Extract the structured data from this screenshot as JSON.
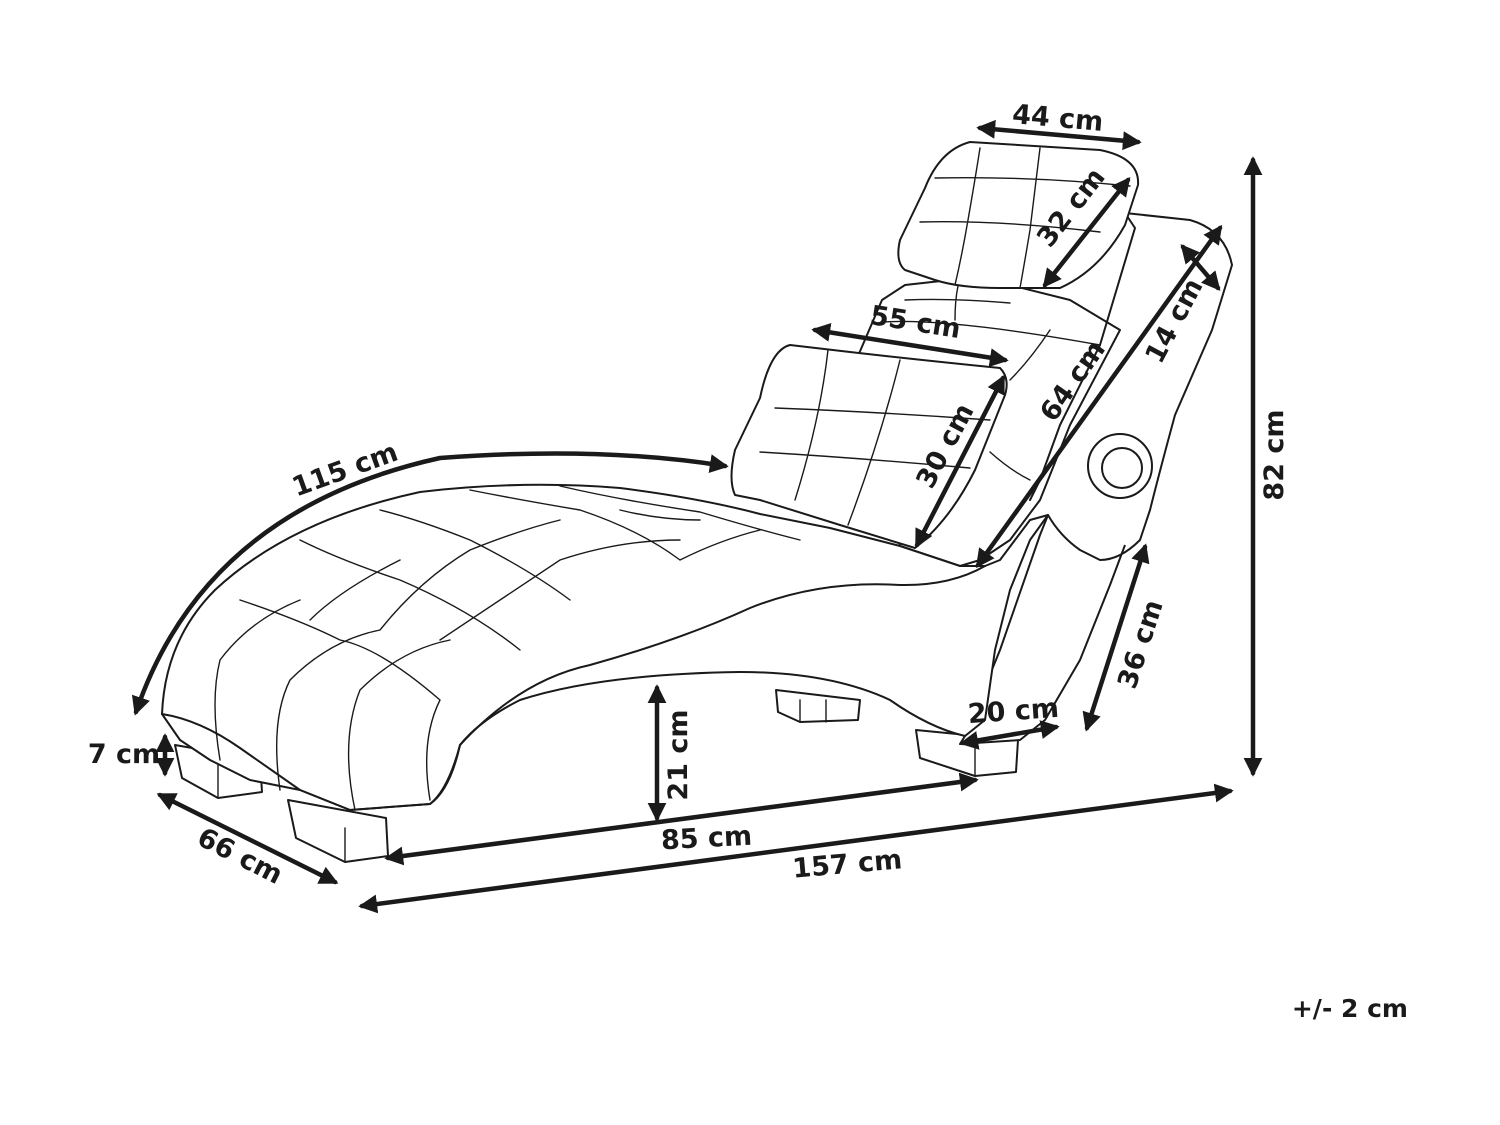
{
  "dimensions": {
    "headrest_width": "44 cm",
    "headrest_depth": "32 cm",
    "pillow_width": "55 cm",
    "pillow_depth": "30 cm",
    "backrest_length": "64 cm",
    "side_panel": "14 cm",
    "total_height": "82 cm",
    "seat_curve_length": "115 cm",
    "front_leg_height": "7 cm",
    "depth": "66 cm",
    "seat_height_under": "21 cm",
    "leg_span": "85 cm",
    "total_length": "157 cm",
    "base_width": "20 cm",
    "side_height": "36 cm"
  },
  "tolerance": "+/- 2 cm"
}
